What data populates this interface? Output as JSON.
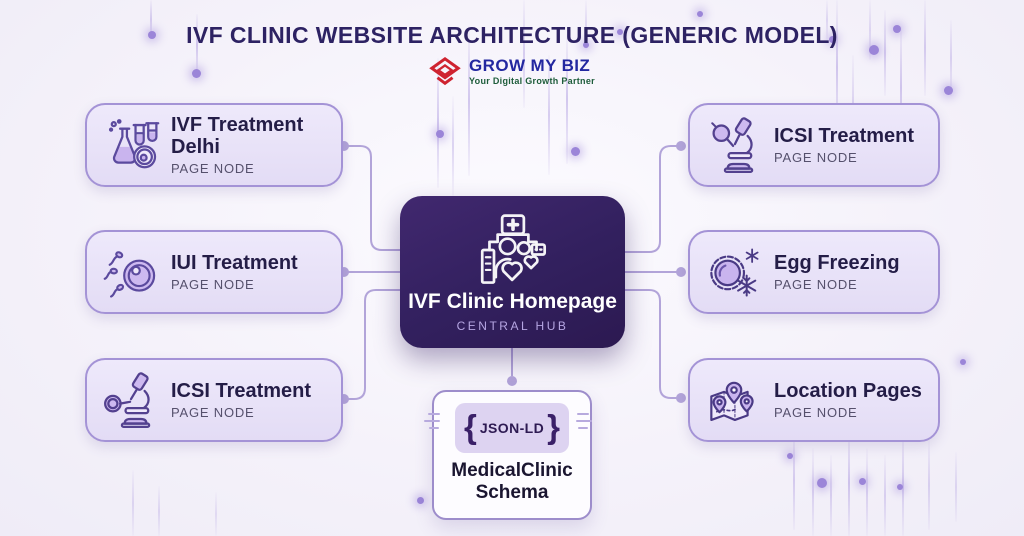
{
  "header": {
    "title": "IVF CLINIC WEBSITE ARCHITECTURE (GENERIC MODEL)",
    "logo": {
      "name": "GROW MY BIZ",
      "tagline": "Your Digital Growth Partner"
    }
  },
  "hub": {
    "title": "IVF Clinic Homepage",
    "subtitle": "CENTRAL HUB",
    "icon": "clinic-people-hearts-icon"
  },
  "left_nodes": [
    {
      "title": "IVF Treatment Delhi",
      "subtitle": "PAGE NODE",
      "icon": "lab-flask-icon"
    },
    {
      "title": "IUI Treatment",
      "subtitle": "PAGE NODE",
      "icon": "sperm-egg-icon"
    },
    {
      "title": "ICSI Treatment",
      "subtitle": "PAGE NODE",
      "icon": "microscope-icon"
    }
  ],
  "right_nodes": [
    {
      "title": "ICSI Treatment",
      "subtitle": "PAGE NODE",
      "icon": "microscope-icon"
    },
    {
      "title": "Egg Freezing",
      "subtitle": "PAGE NODE",
      "icon": "egg-snowflake-icon"
    },
    {
      "title": "Location Pages",
      "subtitle": "PAGE NODE",
      "icon": "map-pins-icon"
    }
  ],
  "schema_node": {
    "brace_left": "{",
    "badge": "JSON-LD",
    "brace_right": "}",
    "title": "MedicalClinic Schema"
  },
  "colors": {
    "accent_purple": "#5b4a9e",
    "hub_background": "#32205e",
    "card_background": "#e9e3f8",
    "card_border": "#a493d6",
    "connector": "#b2a4d9",
    "title_text": "#2d2263",
    "logo_red": "#cf2330",
    "logo_blue": "#2328a0",
    "logo_green": "#1d5c3a"
  }
}
